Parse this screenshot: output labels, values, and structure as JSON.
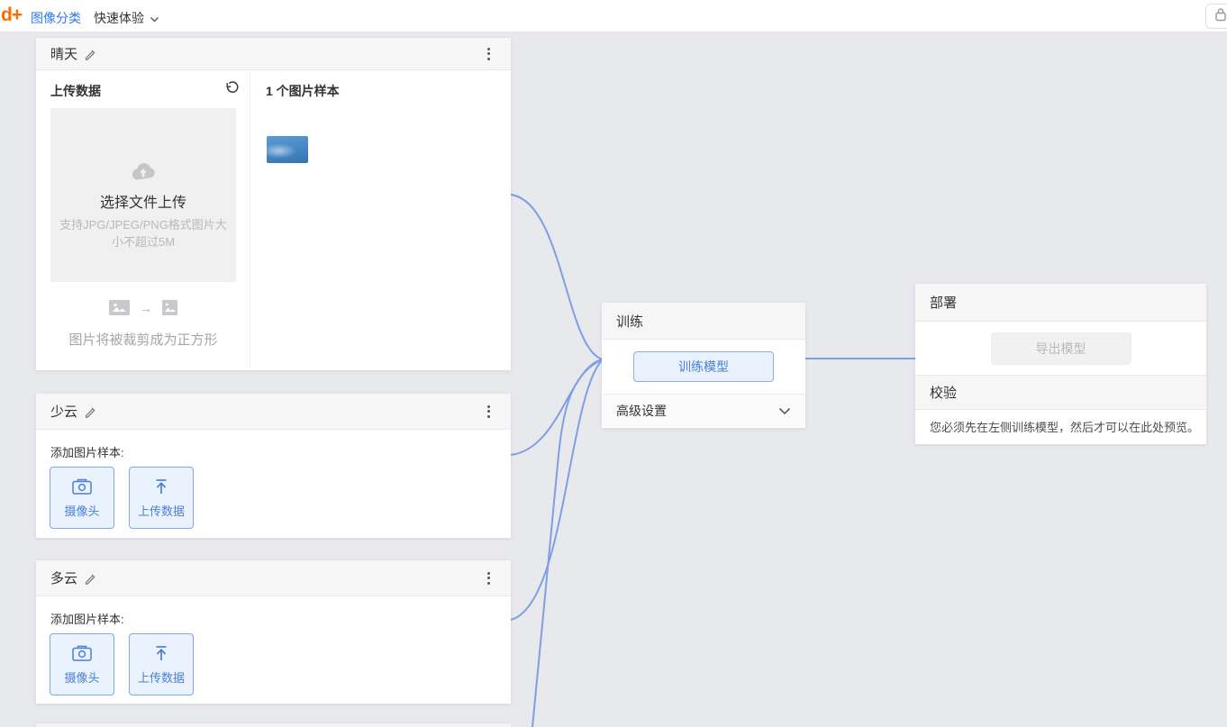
{
  "navbar": {
    "logo": "d+",
    "product_label": "图像分类",
    "menu_label": "快速体验"
  },
  "classes": [
    {
      "name": "晴天",
      "upload_title": "上传数据",
      "sample_count_label": "1 个图片样本",
      "upload_cta": "选择文件上传",
      "upload_note": "支持JPG/JPEG/PNG格式图片大小不超过5M",
      "crop_arrow": "→",
      "crop_note": "图片将被裁剪成为正方形"
    },
    {
      "name": "少云",
      "add_label": "添加图片样本:",
      "camera_label": "摄像头",
      "upload_label": "上传数据"
    },
    {
      "name": "多云",
      "add_label": "添加图片样本:",
      "camera_label": "摄像头",
      "upload_label": "上传数据"
    }
  ],
  "training": {
    "title": "训练",
    "train_button": "训练模型",
    "advanced_label": "高级设置"
  },
  "deploy": {
    "title": "部署",
    "export_button": "导出模型",
    "validate_title": "校验",
    "validate_message": "您必须先在左侧训练模型，然后才可以在此处预览。"
  },
  "icons": {
    "nav_caret": "chevron-down",
    "card_menu": "kebab-vertical",
    "edit": "pencil",
    "undo": "undo-arrow",
    "dropzone": "cloud-upload",
    "camera": "camera",
    "upload": "upload-arrow",
    "crop_before": "image-placeholder-wide",
    "crop_after": "image-placeholder-square",
    "nav_right": "lock"
  },
  "colors": {
    "page_bg": "#e8e9ed",
    "accent_blue": "#2d77f0",
    "logo_orange": "#ff6a00",
    "connector": "#7e9fe4",
    "button_blue_bg": "#eaf2fd",
    "button_blue_border": "#7ea9e8",
    "button_blue_text": "#4a7fd4",
    "disabled_text": "#b9b9bd",
    "card_header_bg": "#f6f6f7"
  }
}
